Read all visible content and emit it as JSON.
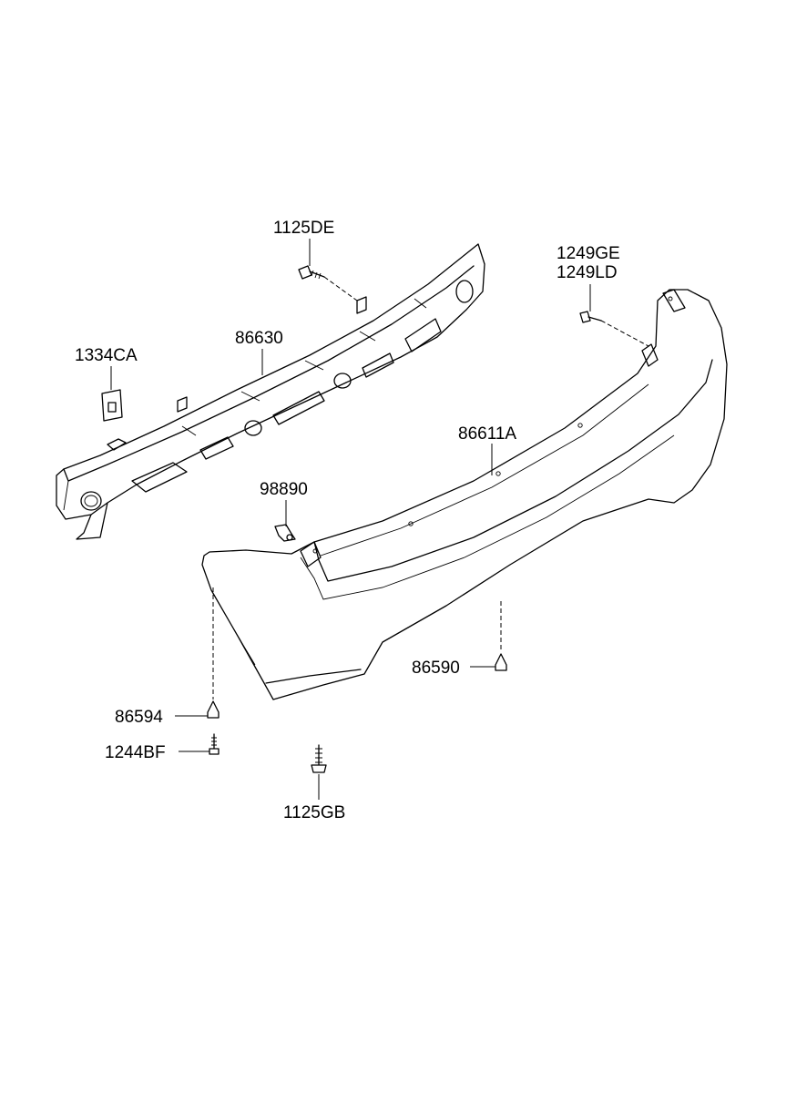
{
  "labels": {
    "p1125DE": "1125DE",
    "p1249GE": "1249GE",
    "p1249LD": "1249LD",
    "p1334CA": "1334CA",
    "p86630": "86630",
    "p86611A": "86611A",
    "p98890": "98890",
    "p86590": "86590",
    "p86594": "86594",
    "p1244BF": "1244BF",
    "p1125GB": "1125GB"
  },
  "colors": {
    "line": "#000000",
    "background": "#ffffff"
  }
}
